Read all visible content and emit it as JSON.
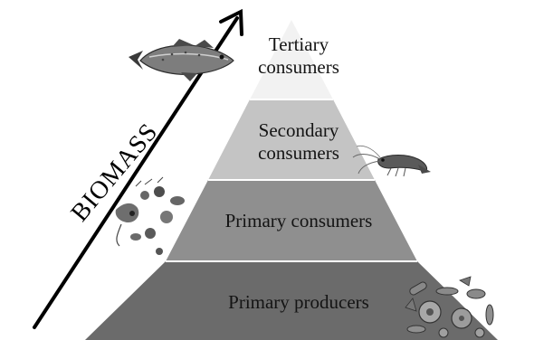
{
  "tiers": [
    {
      "label_line1": "Tertiary",
      "label_line2": "consumers",
      "color": "#f2f2f2",
      "organism_icon": "fish-icon"
    },
    {
      "label_line1": "Secondary",
      "label_line2": "consumers",
      "color": "#c4c4c4",
      "organism_icon": "shrimp-icon"
    },
    {
      "label_line1": "Primary consumers",
      "label_line2": "",
      "color": "#8f8f8f",
      "organism_icon": "zooplankton-icon"
    },
    {
      "label_line1": "Primary producers",
      "label_line2": "",
      "color": "#6b6b6b",
      "organism_icon": "phytoplankton-icon"
    }
  ],
  "axis": {
    "label": "BIOMASS",
    "arrow_icon": "arrow-up-right-icon"
  }
}
